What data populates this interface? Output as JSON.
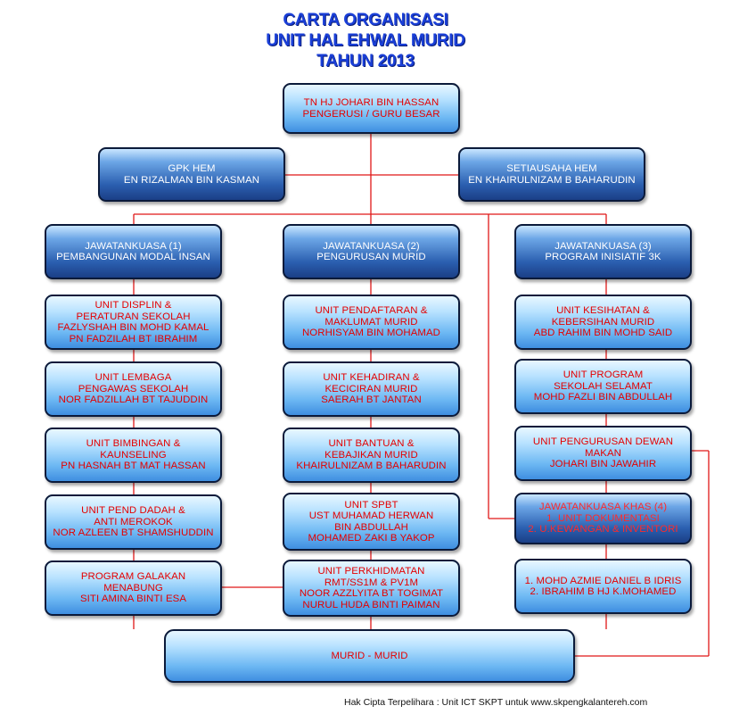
{
  "title": {
    "line1": "CARTA ORGANISASI",
    "line2": "UNIT HAL EHWAL MURID",
    "line3": "TAHUN 2013"
  },
  "nodes": {
    "pengerusi": [
      "TN HJ JOHARI BIN HASSAN",
      "PENGERUSI / GURU BESAR"
    ],
    "gpk": [
      "GPK HEM",
      "EN RIZALMAN BIN KASMAN"
    ],
    "setiausaha": [
      "SETIAUSAHA HEM",
      "EN KHAIRULNIZAM B BAHARUDIN"
    ],
    "jk1": [
      "JAWATANKUASA (1)",
      "PEMBANGUNAN MODAL INSAN"
    ],
    "jk2": [
      "JAWATANKUASA (2)",
      "PENGURUSAN MURID"
    ],
    "jk3": [
      "JAWATANKUASA (3)",
      "PROGRAM INISIATIF 3K"
    ],
    "c1": [
      [
        "UNIT DISPLIN &",
        "PERATURAN SEKOLAH",
        "FAZLYSHAH BIN MOHD KAMAL",
        "PN FADZILAH BT IBRAHIM"
      ],
      [
        "UNIT LEMBAGA",
        "PENGAWAS SEKOLAH",
        "NOR FADZILLAH BT TAJUDDIN"
      ],
      [
        "UNIT BIMBINGAN &",
        "KAUNSELING",
        "PN HASNAH BT MAT HASSAN"
      ],
      [
        "UNIT PEND DADAH &",
        "ANTI MEROKOK",
        "NOR AZLEEN BT SHAMSHUDDIN"
      ],
      [
        "PROGRAM GALAKAN",
        "MENABUNG",
        "SITI AMINA BINTI ESA"
      ]
    ],
    "c2": [
      [
        "UNIT PENDAFTARAN &",
        "MAKLUMAT MURID",
        "NORHISYAM BIN MOHAMAD"
      ],
      [
        "UNIT KEHADIRAN &",
        "KECICIRAN MURID",
        "SAERAH BT JANTAN"
      ],
      [
        "UNIT BANTUAN &",
        "KEBAJIKAN MURID",
        "KHAIRULNIZAM B BAHARUDIN"
      ],
      [
        "UNIT SPBT",
        "UST MUHAMAD HERWAN",
        "BIN ABDULLAH",
        "MOHAMED ZAKI B YAKOP"
      ],
      [
        "UNIT PERKHIDMATAN",
        "RMT/SS1M & PV1M",
        "NOOR AZZLYITA BT TOGIMAT",
        "NURUL HUDA BINTI PAIMAN"
      ]
    ],
    "c3": [
      [
        "UNIT KESIHATAN &",
        "KEBERSIHAN MURID",
        "ABD RAHIM BIN MOHD SAID"
      ],
      [
        "UNIT PROGRAM",
        "SEKOLAH SELAMAT",
        "MOHD FAZLI BIN ABDULLAH"
      ],
      [
        "UNIT PENGURUSAN DEWAN",
        "MAKAN",
        "JOHARI BIN JAWAHIR"
      ]
    ],
    "jkkhas": [
      "JAWATANKUASA KHAS (4)",
      "1. UNIT DOKUMENTASI",
      "2. U.KEWANGAN & INVENTORI"
    ],
    "jkkhas_members": [
      "1. MOHD AZMIE DANIEL B IDRIS",
      "2. IBRAHIM B HJ K.MOHAMED"
    ],
    "murid": [
      "MURID - MURID"
    ]
  },
  "footer": "Hak Cipta Terpelihara : Unit ICT SKPT untuk www.skpengkalantereh.com",
  "colors": {
    "title": "#1a3fd8",
    "text": "#e40000",
    "connector": "#e01818",
    "box_border": "#0b1a3a"
  }
}
